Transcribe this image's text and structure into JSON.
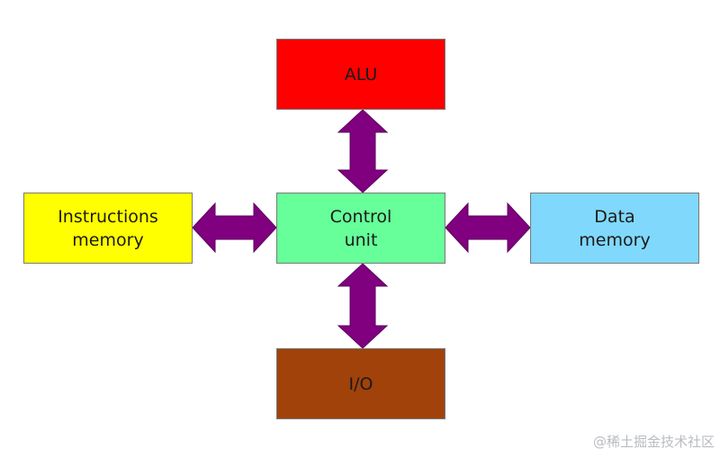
{
  "diagram": {
    "nodes": {
      "alu": {
        "label": "ALU",
        "color": "#ff0000"
      },
      "control_unit": {
        "label": "Control\nunit",
        "color": "#66ff99"
      },
      "instructions_memory": {
        "label": "Instructions\nmemory",
        "color": "#ffff00"
      },
      "data_memory": {
        "label": "Data\nmemory",
        "color": "#80d8fc"
      },
      "io": {
        "label": "I/O",
        "color": "#a0420a"
      }
    },
    "arrow_color": "#800080",
    "edges": [
      {
        "from": "control_unit",
        "to": "alu",
        "direction": "bidirectional"
      },
      {
        "from": "control_unit",
        "to": "instructions_memory",
        "direction": "bidirectional"
      },
      {
        "from": "control_unit",
        "to": "data_memory",
        "direction": "bidirectional"
      },
      {
        "from": "control_unit",
        "to": "io",
        "direction": "bidirectional"
      }
    ]
  },
  "watermark": "@稀土掘金技术社区"
}
